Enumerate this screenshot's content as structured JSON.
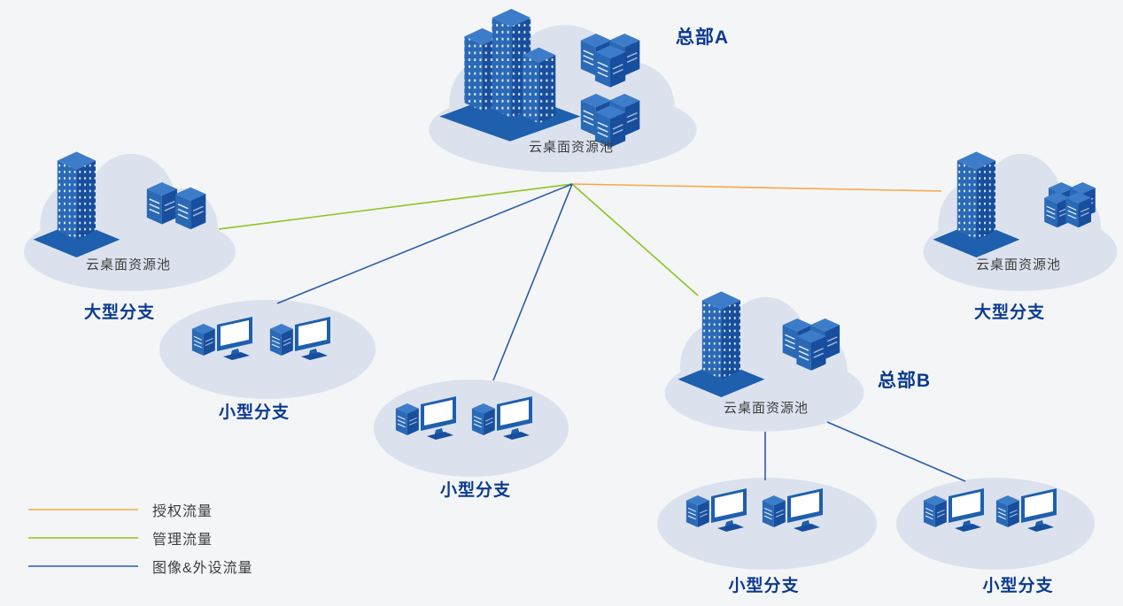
{
  "diagram": {
    "background_color": "#f4f5f6",
    "cloud_color": "#dbe2ee",
    "building_color": "#1e5fae",
    "title_color": "#0a3a8f",
    "sublabel_color": "#3d3d3d"
  },
  "nodes": {
    "hq_a": {
      "title": "总部A",
      "pool_label": "云桌面资源池"
    },
    "branch_large_left": {
      "title": "大型分支",
      "pool_label": "云桌面资源池"
    },
    "branch_large_right": {
      "title": "大型分支",
      "pool_label": "云桌面资源池"
    },
    "hq_b": {
      "title": "总部B",
      "pool_label": "云桌面资源池"
    },
    "branch_small_left": {
      "title": "小型分支"
    },
    "branch_small_center": {
      "title": "小型分支"
    },
    "branch_small_b1": {
      "title": "小型分支"
    },
    "branch_small_b2": {
      "title": "小型分支"
    }
  },
  "legend": {
    "items": [
      {
        "id": "authorization-traffic",
        "label": "授权流量",
        "color": "#f5a94c"
      },
      {
        "id": "management-traffic",
        "label": "管理流量",
        "color": "#8fc31f"
      },
      {
        "id": "image-peripheral-traffic",
        "label": "图像&外设流量",
        "color": "#2a5caa"
      }
    ]
  },
  "icons": {
    "headquarters_building": "isometric-office-towers-on-platform",
    "branch_building": "isometric-tower-on-platform",
    "server_rack": "isometric-server-cabinet-cluster",
    "desktop_pc": "isometric-pc-tower-with-monitor",
    "cloud": "resource-pool-cloud"
  }
}
